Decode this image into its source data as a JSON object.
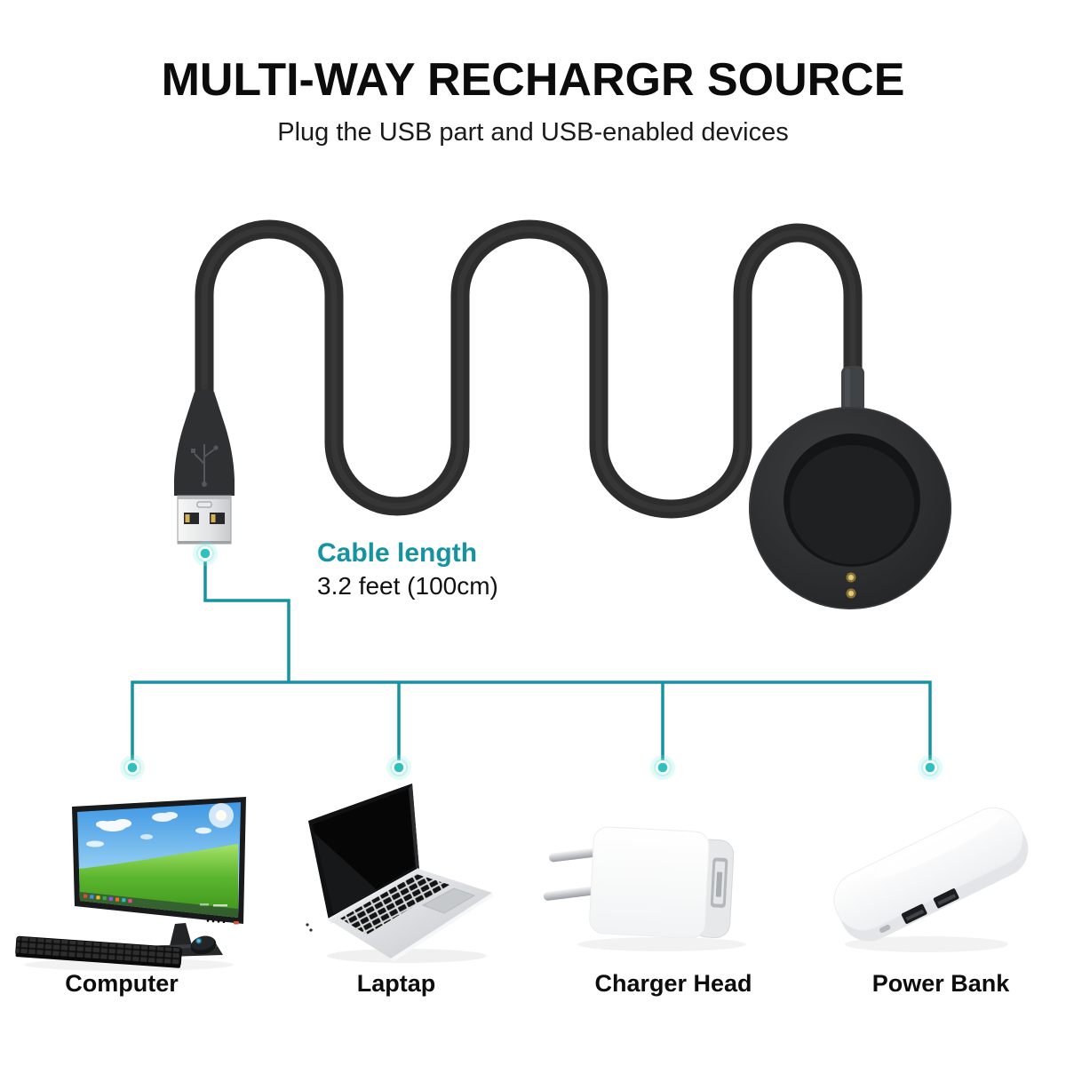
{
  "header": {
    "title": "MULTI-WAY RECHARGR SOURCE",
    "subtitle": "Plug the USB part and USB-enabled devices"
  },
  "cable": {
    "caption": "Cable length",
    "length": "3.2 feet (100cm)"
  },
  "colors": {
    "accent_teal": "#1593a0",
    "glow_dot_teal": "#2fc1bd",
    "cable_black": "#2d2d2d",
    "title_black": "#0c0c0c"
  },
  "devices": [
    {
      "id": "computer",
      "label": "Computer"
    },
    {
      "id": "laptop",
      "label": "Laptap"
    },
    {
      "id": "charger-head",
      "label": "Charger Head"
    },
    {
      "id": "power-bank",
      "label": "Power Bank"
    }
  ]
}
